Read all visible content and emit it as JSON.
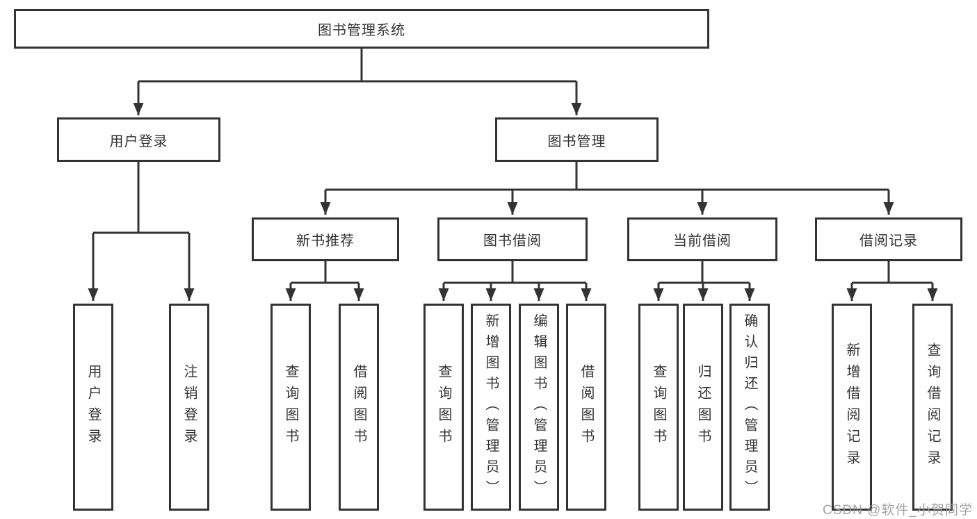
{
  "diagram": {
    "title": "图书管理系统",
    "nodes": {
      "root": "图书管理系统",
      "user_login": "用户登录",
      "book_management": "图书管理",
      "new_book_recommend": "新书推荐",
      "book_borrow": "图书借阅",
      "current_borrow": "当前借阅",
      "borrow_records": "借阅记录",
      "user_login_children": [
        "用户登录",
        "注销登录"
      ],
      "new_book_children": [
        "查询图书",
        "借阅图书"
      ],
      "book_borrow_children": [
        "查询图书",
        "新增图书（管理员）",
        "编辑图书（管理员）",
        "借阅图书"
      ],
      "current_borrow_children": [
        "查询图书",
        "归还图书",
        "确认归还（管理员）"
      ],
      "records_children": [
        "新增借阅记录",
        "查询借阅记录"
      ]
    },
    "colors": {
      "line": "#333333",
      "text": "#333333",
      "box_fill": "#ffffff",
      "watermark": "#9e9e9e",
      "background": "#ffffff"
    }
  },
  "watermark": "CSDN @软件_小贺同学"
}
